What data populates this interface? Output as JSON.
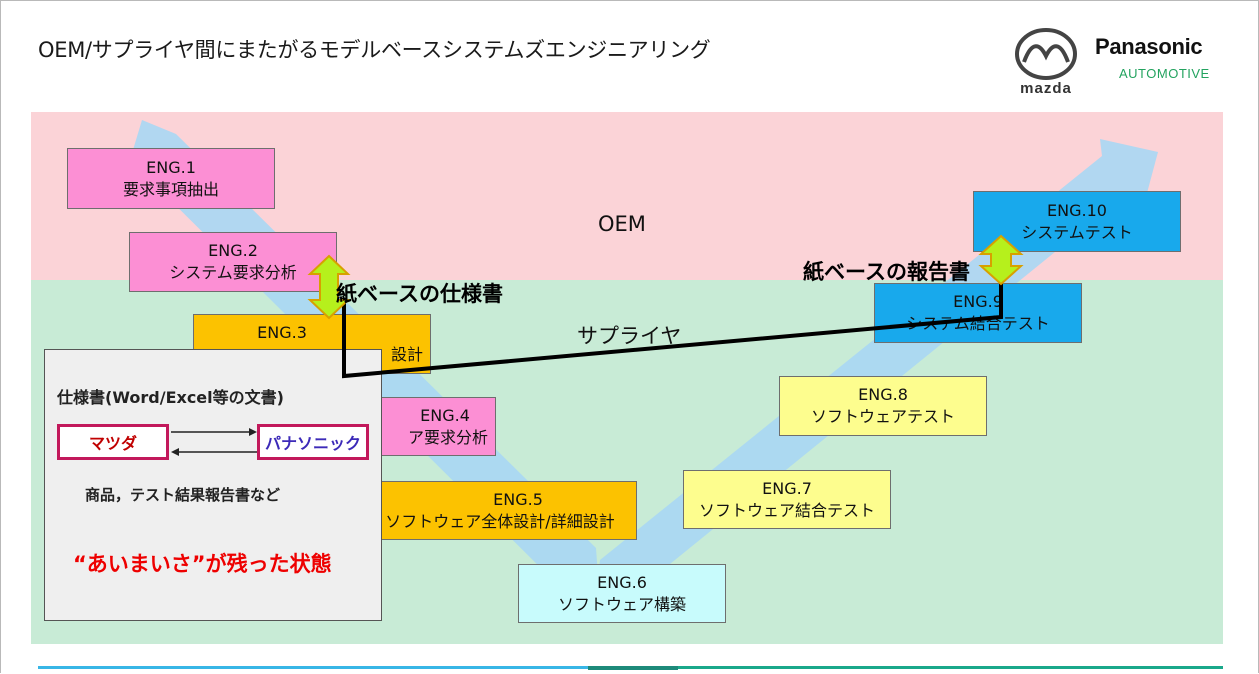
{
  "title": "OEM/サプライヤ間にまたがるモデルベースシステムズエンジニアリング",
  "logos": {
    "mazda": "mazda",
    "panasonic": "Panasonic",
    "panasonic_sub": "AUTOMOTIVE"
  },
  "bands": {
    "oem": "OEM",
    "supplier": "サプライヤ"
  },
  "processes": [
    {
      "id": "ENG.1",
      "label": "要求事項抽出",
      "color": "#fc8fd4"
    },
    {
      "id": "ENG.2",
      "label": "システム要求分析",
      "color": "#fc8fd4"
    },
    {
      "id": "ENG.3",
      "label": "設計",
      "color": "#fcc200"
    },
    {
      "id": "ENG.4",
      "label": "ア要求分析",
      "color": "#fc8fd4"
    },
    {
      "id": "ENG.5",
      "label": "ソフトウェア全体設計/詳細設計",
      "color": "#fcc200"
    },
    {
      "id": "ENG.6",
      "label": "ソフトウェア構築",
      "color": "#c8fbfc"
    },
    {
      "id": "ENG.7",
      "label": "ソフトウェア結合テスト",
      "color": "#fdfd8e"
    },
    {
      "id": "ENG.8",
      "label": "ソフトウェアテスト",
      "color": "#fdfd8e"
    },
    {
      "id": "ENG.9",
      "label": "システム結合テスト",
      "color": "#18a9ec"
    },
    {
      "id": "ENG.10",
      "label": "システムテスト",
      "color": "#18a9ec"
    }
  ],
  "callouts": {
    "spec": "紙ベースの仕様書",
    "report": "紙ベースの報告書"
  },
  "legend": {
    "heading": "仕様書(Word/Excel等の文書)",
    "party_a": "マツダ",
    "party_b": "パナソニック",
    "note": "商品，テスト結果報告書など",
    "warning": "“あいまいさ”が残った状態"
  }
}
